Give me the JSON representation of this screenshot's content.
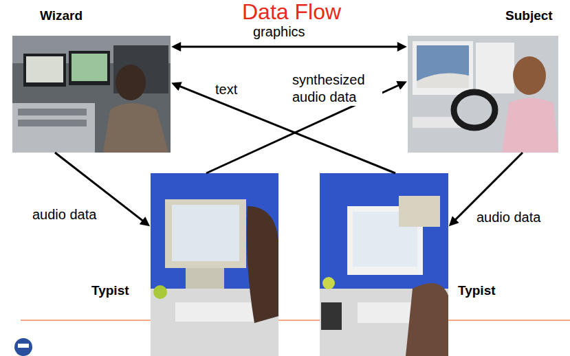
{
  "diagram": {
    "title": "Data Flow",
    "nodes": [
      {
        "text": [
          "Wizard"
        ]
      },
      {
        "text": [
          "Subject"
        ]
      },
      {
        "text": [
          "Typist"
        ]
      },
      {
        "text": [
          "Typist"
        ]
      }
    ],
    "edges": [
      {
        "from": 0,
        "to": 1,
        "arrow": "both",
        "label": "graphics"
      },
      {
        "from": 0,
        "to": 2,
        "arrow": "to",
        "label": "audio data"
      },
      {
        "from": 1,
        "to": 3,
        "arrow": "to",
        "label": "audio data"
      },
      {
        "from": 3,
        "to": 0,
        "arrow": "to",
        "label": "text"
      },
      {
        "from": 2,
        "to": 1,
        "arrow": "to",
        "label": "synthesized audio data"
      }
    ]
  }
}
